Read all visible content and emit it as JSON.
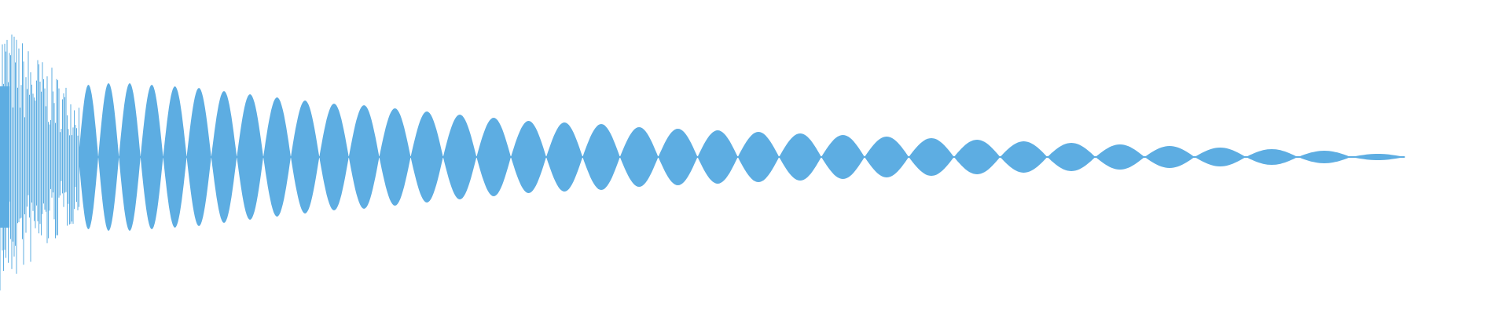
{
  "chart_data": {
    "type": "waveform",
    "color": "#5dade2",
    "background": "#ffffff",
    "axes_visible": false,
    "grid": false,
    "attack_noise_peak": 0.9,
    "lobe_peaks": [
      0.46,
      0.47,
      0.47,
      0.46,
      0.45,
      0.44,
      0.42,
      0.4,
      0.38,
      0.36,
      0.34,
      0.33,
      0.31,
      0.29,
      0.27,
      0.25,
      0.23,
      0.22,
      0.21,
      0.19,
      0.18,
      0.17,
      0.16,
      0.15,
      0.14,
      0.13,
      0.12,
      0.11,
      0.1,
      0.09,
      0.08,
      0.07,
      0.06,
      0.05,
      0.04,
      0.02
    ]
  }
}
